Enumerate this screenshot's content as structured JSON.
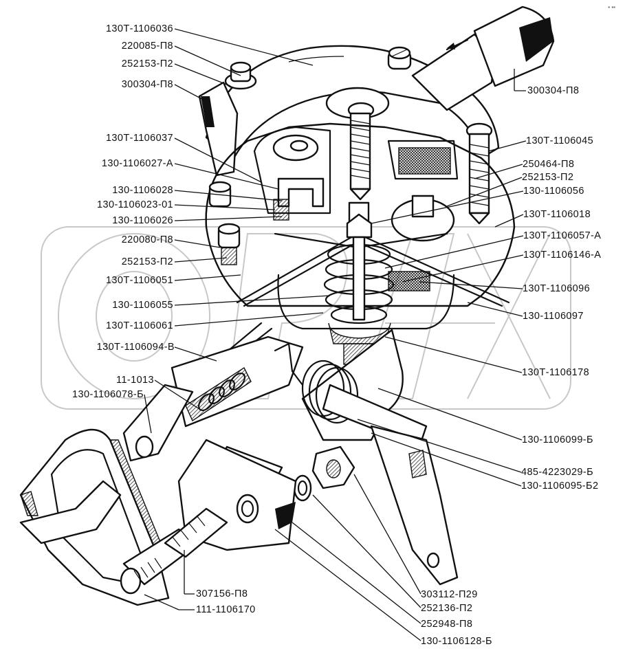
{
  "diagram": {
    "subject": "fuel pump / governor assembly cutaway (parts callout diagram)",
    "watermark_text": "ОРЕХ",
    "corner_mark": "▪ ▪▪"
  },
  "labels_left": [
    {
      "id": "130T-1106036",
      "text": "130Т-1106036"
    },
    {
      "id": "220085-P8",
      "text": "220085-П8"
    },
    {
      "id": "252153-P2-top",
      "text": "252153-П2"
    },
    {
      "id": "300304-P8-left",
      "text": "300304-П8"
    },
    {
      "id": "130T-1106037",
      "text": "130Т-1106037"
    },
    {
      "id": "130-1106027-A",
      "text": "130-1106027-А"
    },
    {
      "id": "130-1106028",
      "text": "130-1106028"
    },
    {
      "id": "130-1106023-01",
      "text": "130-1106023-01"
    },
    {
      "id": "130-1106026",
      "text": "130-1106026"
    },
    {
      "id": "220080-P8",
      "text": "220080-П8"
    },
    {
      "id": "252153-P2-mid",
      "text": "252153-П2"
    },
    {
      "id": "130T-1106051",
      "text": "130Т-1106051"
    },
    {
      "id": "130-1106055",
      "text": "130-1106055"
    },
    {
      "id": "130T-1106061",
      "text": "130Т-1106061"
    },
    {
      "id": "130T-1106094-V",
      "text": "130Т-1106094-В"
    },
    {
      "id": "11-1013",
      "text": "11-1013"
    },
    {
      "id": "130-1106078-B",
      "text": "130-1106078-Б"
    }
  ],
  "labels_right": [
    {
      "id": "300304-P8-right",
      "text": "300304-П8"
    },
    {
      "id": "130T-1106045",
      "text": "130Т-1106045"
    },
    {
      "id": "250464-P8",
      "text": "250464-П8"
    },
    {
      "id": "252153-P2-right",
      "text": "252153-П2"
    },
    {
      "id": "130-1106056",
      "text": "130-1106056"
    },
    {
      "id": "130T-1106018",
      "text": "130Т-1106018"
    },
    {
      "id": "130T-1106057-A",
      "text": "130Т-1106057-А"
    },
    {
      "id": "130T-1106146-A",
      "text": "130Т-1106146-А"
    },
    {
      "id": "130T-1106096",
      "text": "130Т-1106096"
    },
    {
      "id": "130-1106097",
      "text": "130-1106097"
    },
    {
      "id": "130T-1106178",
      "text": "130Т-1106178"
    },
    {
      "id": "130-1106099-B",
      "text": "130-1106099-Б"
    },
    {
      "id": "485-4223029-B",
      "text": "485-4223029-Б"
    },
    {
      "id": "130-1106095-B2",
      "text": "130-1106095-Б2"
    }
  ],
  "labels_bottom": [
    {
      "id": "307156-P8",
      "text": "307156-П8"
    },
    {
      "id": "111-1106170",
      "text": "111-1106170"
    },
    {
      "id": "303112-P29",
      "text": "303112-П29"
    },
    {
      "id": "252136-P2",
      "text": "252136-П2"
    },
    {
      "id": "252948-P8",
      "text": "252948-П8"
    },
    {
      "id": "130-1106128-B",
      "text": "130-1106128-Б"
    }
  ]
}
